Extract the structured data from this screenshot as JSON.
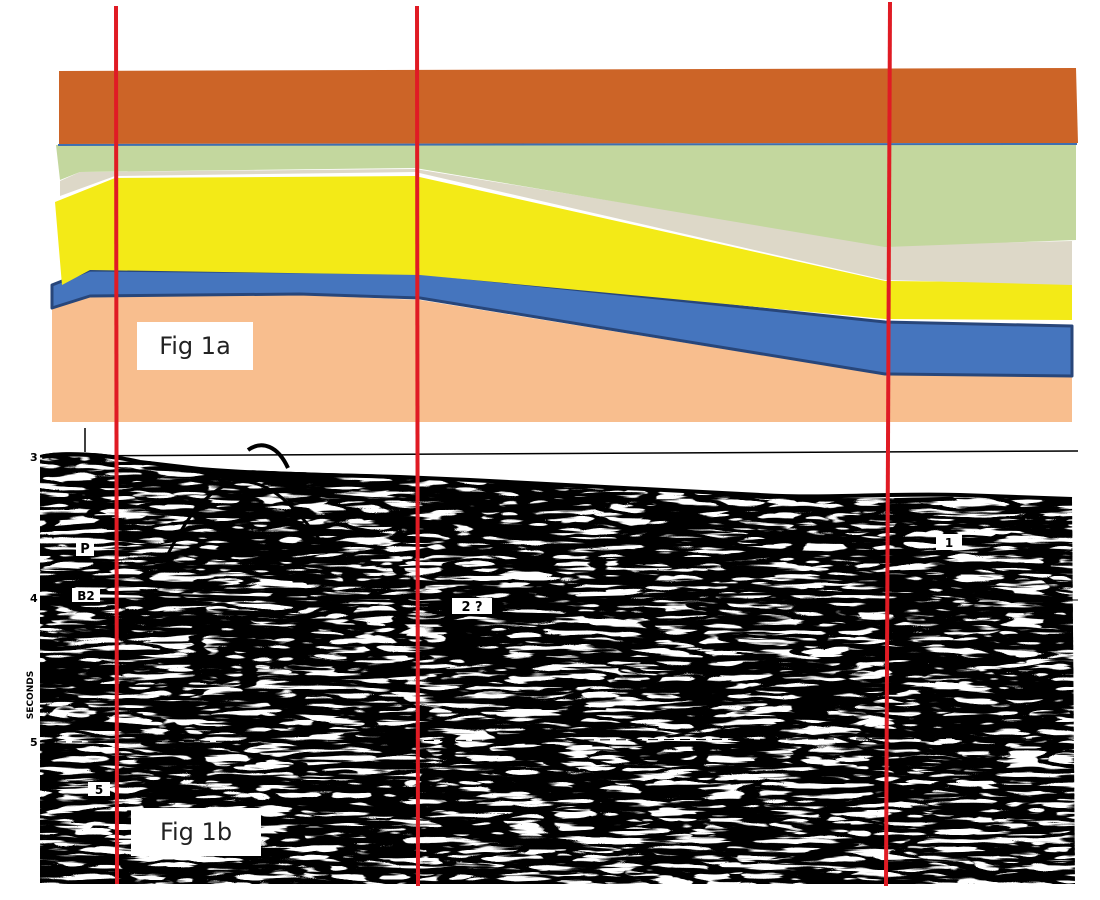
{
  "fig1a": {
    "caption": "Fig 1a",
    "layer_colors": {
      "top": "#CC6427",
      "green": "#C3D79E",
      "grey": "#DDD8C8",
      "yellow": "#F3EA17",
      "blue": "#4575BE",
      "blue_outline": "#28467A",
      "base": "#F8BE8E"
    }
  },
  "fig1b": {
    "caption": "Fig 1b",
    "axis_label": "SECONDS",
    "time_ticks": [
      "3",
      "4",
      "5"
    ],
    "horizon_labels": {
      "p": "P",
      "b2": "B2",
      "h2": "2 ?",
      "h1": "1",
      "h5": "5"
    }
  },
  "marker_color": "#E01B24"
}
